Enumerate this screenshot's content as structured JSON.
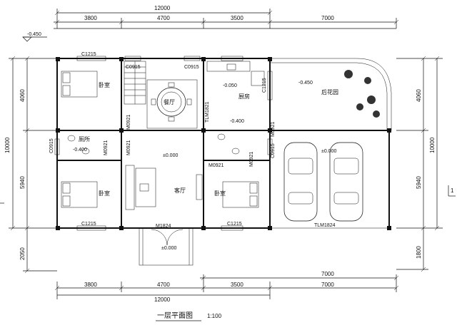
{
  "dims": {
    "top_total": "12000",
    "top_segments": [
      "3800",
      "4700",
      "3500",
      "7000"
    ],
    "bottom_segments": [
      "3800",
      "4700",
      "3500",
      "7000"
    ],
    "bottom_total": "12000",
    "bottom_right_upper": "7000",
    "left": [
      "4060",
      "5940",
      "2050"
    ],
    "left_total": "10000",
    "right": [
      "4060",
      "5940",
      "1800"
    ],
    "right_total": "10000"
  },
  "levels": {
    "outside_left": "-0.450",
    "kitchen": "-0.050",
    "garden": "-0.450",
    "wc": "-0.400",
    "bath_left": "-0.400",
    "living": "±0.000",
    "garage": "±0.000",
    "entry": "±0.000"
  },
  "openings": {
    "c1215_bed1": "C1215",
    "c0915_a": "C0915",
    "c0915_b": "C0915",
    "c1215_kitchen": "C1215",
    "tlm1821": "TLM1821",
    "m0921_dining": "M0921",
    "m0921_bath": "M0921",
    "m0921_hall": "M0921",
    "m0921_wc": "M0921",
    "m0921_wc2": "M0921",
    "m0921_kitchen": "M0921",
    "c0915_wc": "C0915",
    "c0915_left": "C0915",
    "c1215_bed2": "C1215",
    "c1215_bed3": "C1215",
    "m1824": "M1824",
    "tlm1824": "TLM1824"
  },
  "rooms": {
    "bed1": "卧室",
    "dining": "餐厅",
    "kitchen": "厨房",
    "garden": "后花园",
    "bath": "厕所",
    "bed2": "卧室",
    "living": "客厅",
    "bed3": "卧室"
  },
  "axis_mark": "1",
  "title": "一层平面图",
  "scale": "1:100"
}
